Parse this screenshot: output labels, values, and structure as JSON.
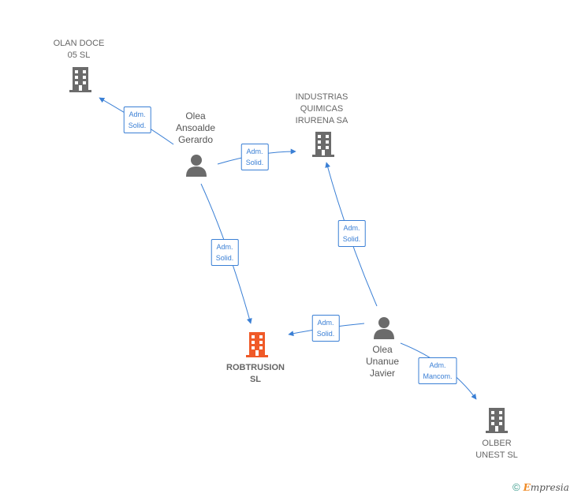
{
  "nodes": {
    "olan_doce": {
      "label": "OLAN DOCE\n05  SL",
      "type": "company"
    },
    "industrias": {
      "label": "INDUSTRIAS\nQUIMICAS\nIRURENA SA",
      "type": "company"
    },
    "robtrusion": {
      "label": "ROBTRUSION\nSL",
      "type": "company-main"
    },
    "olber": {
      "label": "OLBER\nUNEST  SL",
      "type": "company"
    },
    "olea_gerardo": {
      "label": "Olea\nAnsoalde\nGerardo",
      "type": "person"
    },
    "olea_javier": {
      "label": "Olea\nUnanue\nJavier",
      "type": "person"
    }
  },
  "edges": [
    {
      "from": "olea_gerardo",
      "to": "olan_doce",
      "label": "Adm.\nSolid."
    },
    {
      "from": "olea_gerardo",
      "to": "industrias",
      "label": "Adm.\nSolid."
    },
    {
      "from": "olea_gerardo",
      "to": "robtrusion",
      "label": "Adm.\nSolid."
    },
    {
      "from": "olea_javier",
      "to": "industrias",
      "label": "Adm.\nSolid."
    },
    {
      "from": "olea_javier",
      "to": "robtrusion",
      "label": "Adm.\nSolid."
    },
    {
      "from": "olea_javier",
      "to": "olber",
      "label": "Adm.\nMancom."
    }
  ],
  "colors": {
    "edge": "#3a7fd5",
    "company_icon": "#6b6b6b",
    "main_company_icon": "#f05a28",
    "person_icon": "#6b6b6b"
  },
  "icons": {
    "company": "building-icon",
    "person": "person-icon"
  },
  "footer": {
    "copyright": "©",
    "brand_first": "E",
    "brand_rest": "mpresia"
  }
}
